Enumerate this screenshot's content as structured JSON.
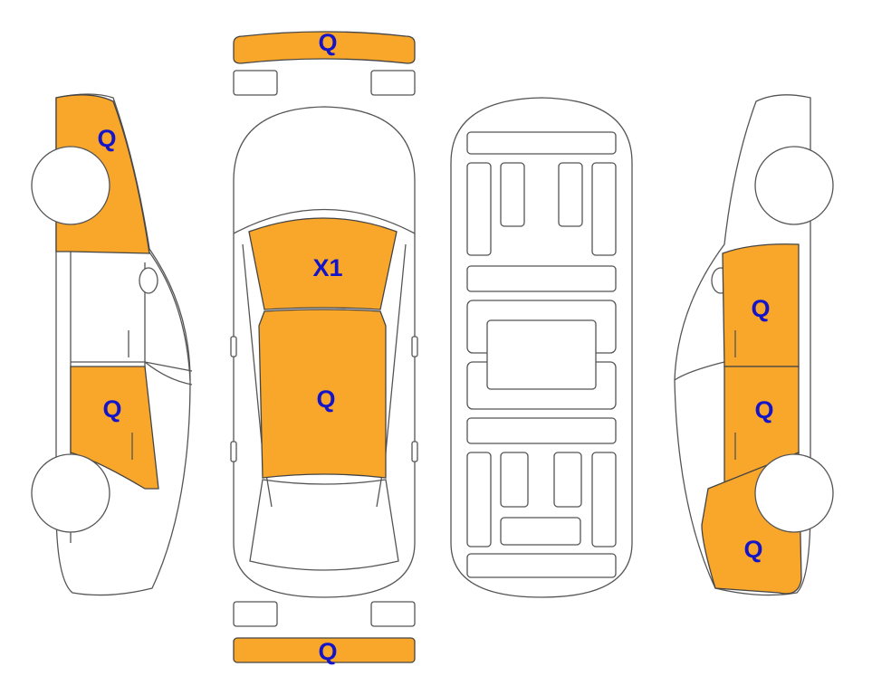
{
  "colors": {
    "damage": "#F9A72B",
    "label": "#1414C8",
    "outline": "#555555"
  },
  "panels": {
    "front_bumper": {
      "code": "Q"
    },
    "left_rear_quarter": {
      "code": "Q"
    },
    "left_rear_door": {
      "code": "Q"
    },
    "windshield": {
      "code": "X1"
    },
    "roof": {
      "code": "Q"
    },
    "right_front_door": {
      "code": "Q"
    },
    "right_rear_door": {
      "code": "Q"
    },
    "right_rear_quarter": {
      "code": "Q"
    },
    "rear_bumper": {
      "code": "Q"
    }
  }
}
